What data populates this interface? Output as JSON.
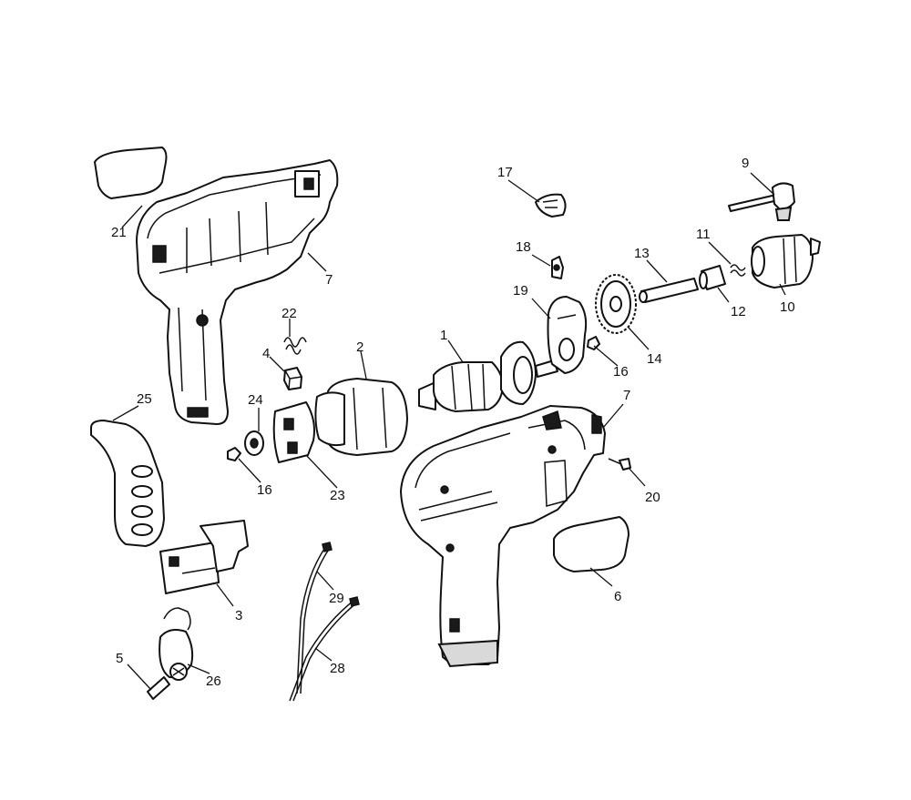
{
  "diagram": {
    "callouts": {
      "c1": "1",
      "c2": "2",
      "c3": "3",
      "c4": "4",
      "c5": "5",
      "c6": "6",
      "c7a": "7",
      "c7b": "7",
      "c9": "9",
      "c10": "10",
      "c11": "11",
      "c12": "12",
      "c13": "13",
      "c14": "14",
      "c16a": "16",
      "c16b": "16",
      "c17": "17",
      "c18": "18",
      "c19": "19",
      "c20": "20",
      "c21": "21",
      "c22": "22",
      "c23": "23",
      "c24": "24",
      "c25": "25",
      "c26": "26",
      "c28": "28",
      "c29": "29"
    }
  }
}
